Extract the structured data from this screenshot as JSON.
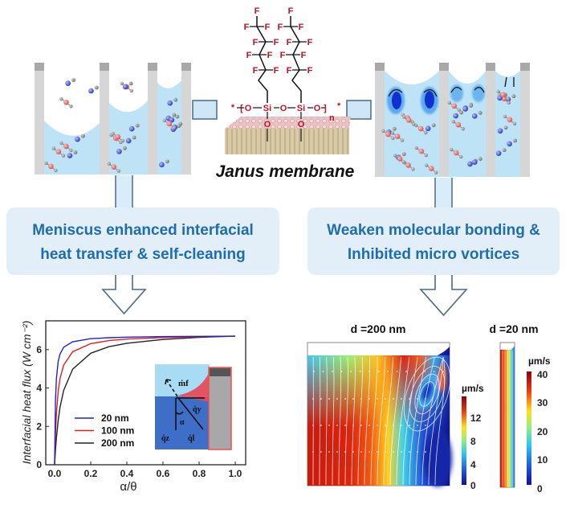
{
  "membrane": {
    "label": "Janus membrane",
    "fluorine": "F",
    "oxygen": "O",
    "silicon": "Si",
    "star": "*",
    "repeat": "n"
  },
  "left_box": {
    "line1": "Meniscus enhanced interfacial",
    "line2": "heat transfer & self-cleaning"
  },
  "right_box": {
    "line1": "Weaken molecular bonding &",
    "line2": "Inhibited micro vortices"
  },
  "colors": {
    "box_fill": "#e3eff8",
    "box_text": "#1f6db0",
    "water": "#bfe3f6",
    "wall": "#d6d6d6",
    "arrow": "#4d6a86"
  },
  "chart_data": [
    {
      "type": "line",
      "title": "",
      "xlabel": "α/θ",
      "ylabel": "Interfacial heat flux (W cm⁻²)",
      "xlim": [
        0,
        1.0
      ],
      "ylim": [
        0,
        7.5
      ],
      "xticks": [
        "0.0",
        "0.2",
        "0.4",
        "0.6",
        "0.8",
        "1.0"
      ],
      "yticks": [
        "0",
        "2",
        "4",
        "6"
      ],
      "legend_position": "bottom-left",
      "x": [
        0,
        0.005,
        0.01,
        0.02,
        0.03,
        0.05,
        0.1,
        0.2,
        0.3,
        0.4,
        0.6,
        0.8,
        1.0
      ],
      "series": [
        {
          "name": "20  nm",
          "color": "#2222cc",
          "values": [
            0,
            3.37,
            4.49,
            5.39,
            5.77,
            6.12,
            6.41,
            6.57,
            6.62,
            6.65,
            6.68,
            6.69,
            6.7
          ]
        },
        {
          "name": "100 nm",
          "color": "#e02020",
          "values": [
            0,
            1.66,
            2.67,
            3.83,
            4.49,
            5.19,
            5.89,
            6.31,
            6.47,
            6.55,
            6.63,
            6.67,
            6.7
          ]
        },
        {
          "name": "200 nm",
          "color": "#222222",
          "values": [
            0,
            0.77,
            1.39,
            2.32,
            2.99,
            3.87,
            4.98,
            5.81,
            6.15,
            6.33,
            6.53,
            6.64,
            6.7
          ]
        }
      ],
      "inset_labels": {
        "mf": "ṁf",
        "qy": "q̇y",
        "alpha": "α",
        "qz": "q̇z",
        "ql": "q̇l"
      }
    },
    {
      "type": "heatmap",
      "title": "d =200 nm",
      "colorbar_label": "µm/s",
      "colorbar_ticks": [
        "12",
        "8",
        "4",
        "0"
      ],
      "range": [
        0,
        15
      ]
    },
    {
      "type": "heatmap",
      "title": "d =20 nm",
      "colorbar_label": "µm/s",
      "colorbar_ticks": [
        "40",
        "30",
        "20",
        "10",
        "0"
      ],
      "range": [
        0,
        42
      ]
    }
  ]
}
